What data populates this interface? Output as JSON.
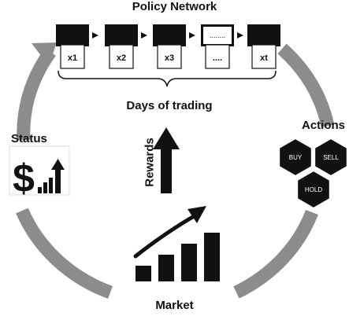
{
  "title": "Policy Network",
  "days_label": "Days of trading",
  "status_label": "Status",
  "actions_label": "Actions",
  "market_label": "Market",
  "rewards_label": "Rewards",
  "steps": [
    "x1",
    "x2",
    "x3",
    "....",
    "xt"
  ],
  "steps_top_marker": "........",
  "actions": [
    "BUY",
    "SELL",
    "HOLD"
  ],
  "colors": {
    "cycle_ring": "#8c8c8c",
    "box_fill": "#111111",
    "hex_fill": "#111111",
    "text": "#111111"
  },
  "icons": {
    "status": "dollar-growth-icon",
    "rewards": "up-arrow-icon",
    "market": "growing-bars-trend-icon"
  }
}
